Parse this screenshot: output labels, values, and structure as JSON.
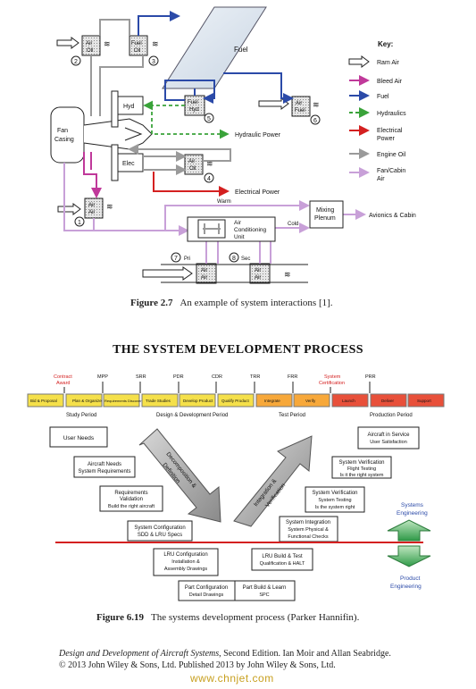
{
  "figure27": {
    "caption_num": "Figure 2.7",
    "caption_text": "An example of system interactions [1].",
    "boxes": {
      "fan_casing_line1": "Fan",
      "fan_casing_line2": "Casing",
      "fuel": "Fuel",
      "hyd": "Hyd",
      "elec": "Elec",
      "mixing_line1": "Mixing",
      "mixing_line2": "Plenum",
      "acu_line1": "Air",
      "acu_line2": "Conditioning",
      "acu_line3": "Unit"
    },
    "exchangers": {
      "air_oil_1_a": "Air",
      "air_oil_1_b": "Oil",
      "fuel_oil_a": "Fuel",
      "fuel_oil_b": "Oil",
      "fuel_hyd_a": "Fuel",
      "fuel_hyd_b": "Hyd",
      "air_fuel_a": "Air",
      "air_fuel_b": "Fuel",
      "air_oil_4_a": "Air",
      "air_oil_4_b": "Oil",
      "air_air_1_a": "Air",
      "air_air_1_b": "Air",
      "air_air_7_a": "Air",
      "air_air_7_b": "Air",
      "air_air_8_a": "Air",
      "air_air_8_b": "Air"
    },
    "numbers": [
      "1",
      "2",
      "3",
      "4",
      "5",
      "6",
      "7",
      "8"
    ],
    "labels": {
      "hydraulic_power": "Hydraulic Power",
      "electrical_power": "Electrical  Power",
      "avionics": "Avionics & Cabin",
      "warm": "Warm",
      "cold": "Cold",
      "pri": "Pri",
      "sec": "Sec"
    },
    "key": {
      "title": "Key:",
      "items": [
        "Ram Air",
        "Bleed Air",
        "Fuel",
        "Hydraulics",
        "Electrical",
        "Power",
        "Engine Oil",
        "Fan/Cabin",
        "Air"
      ],
      "colors": {
        "ram": "#ffffff",
        "bleed": "#c0399a",
        "fuel": "#2b4aa8",
        "hydraulics": "#3aa33a",
        "electrical": "#d42020",
        "oil": "#9a9a9a",
        "cabin": "#c8a0d8"
      }
    }
  },
  "figure619": {
    "heading": "THE SYSTEM DEVELOPMENT PROCESS",
    "milestones": [
      "Contract Award",
      "MPP",
      "SRR",
      "PDR",
      "CDR",
      "TRR",
      "FRR",
      "System Certification",
      "PRR"
    ],
    "milestone_red": [
      "Contract",
      "Award",
      "System",
      "Certification"
    ],
    "phases": [
      "Bid & Proposal",
      "Plan & Organize",
      "Requirements Discovery",
      "Trade Studies",
      "Develop Product",
      "Qualify Product",
      "Integrate",
      "Verify",
      "Launch",
      "Deliver",
      "Support"
    ],
    "periods": [
      "Study Period",
      "Design & Development Period",
      "Test Period",
      "Production Period"
    ],
    "left_boxes": {
      "user_needs": "User Needs",
      "aircraft_needs_a": "Aircraft Needs",
      "aircraft_needs_b": "System Requirements",
      "requirements_a": "Requirements",
      "requirements_b": "Validation",
      "requirements_c": "Build the right aircraft",
      "syscfg_a": "System Configuration",
      "syscfg_b": "SDD & LRU Specs",
      "lru_cfg_a": "LRU Configuration",
      "lru_cfg_b": "Installation &",
      "lru_cfg_c": "Assembly Drawings",
      "part_cfg_a": "Part Configuration",
      "part_cfg_b": "Detail Drawings",
      "part_build_a": "Part Build & Learn",
      "part_build_b": "SPC",
      "lru_build_a": "LRU Build & Test",
      "lru_build_b": "Qualification & HALT"
    },
    "right_boxes": {
      "sys_integ_a": "System Integration",
      "sys_integ_b": "System Physical &",
      "sys_integ_c": "Functional Checks",
      "sys_verif_a": "System Verification",
      "sys_verif_b": "System Testing",
      "sys_verif_c": "Is the system right",
      "sys_verif2_a": "System Verification",
      "sys_verif2_b": "Flight Testing",
      "sys_verif2_c": "Is it the right system",
      "aircraft_service_a": "Aircraft in Service",
      "aircraft_service_b": "User Satisfaction"
    },
    "arrows": {
      "down_a": "Decomposition &",
      "down_b": "Definition",
      "up_a": "Integration &",
      "up_b": "Verification"
    },
    "side": {
      "systems_a": "Systems",
      "systems_b": "Engineering",
      "product_a": "Product",
      "product_b": "Engineering"
    },
    "caption_num": "Figure 6.19",
    "caption_text": "The systems development process (Parker Hannifin)."
  },
  "footer": {
    "line1_italic": "Design and Development of Aircraft Systems",
    "line1_rest": ", Second Edition. Ian Moir and Allan Seabridge.",
    "line2": "© 2013 John Wiley & Sons, Ltd. Published 2013 by John Wiley & Sons, Ltd."
  },
  "watermark": "www.chnjet.com"
}
